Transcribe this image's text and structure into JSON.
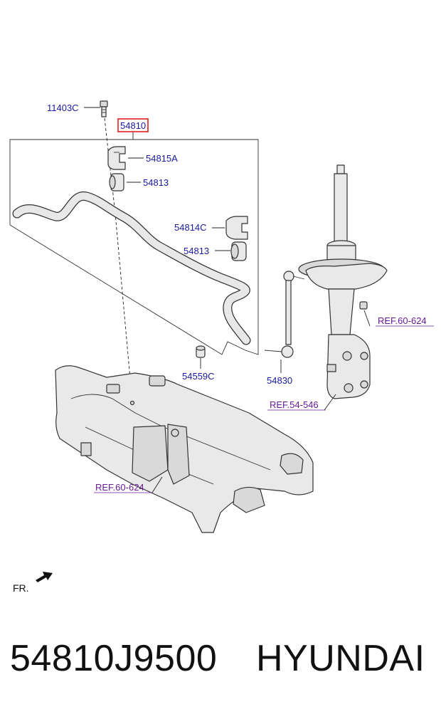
{
  "callouts": {
    "bolt": "11403C",
    "assembly": "54810",
    "bracket_a": "54815A",
    "bushing_upper": "54813",
    "bracket_c": "54814C",
    "bushing_lower": "54813",
    "stopper": "54559C",
    "link": "54830"
  },
  "references": {
    "strut_mount": "REF.60-624",
    "strut": "REF.54-546",
    "crossmember": "REF.60-624"
  },
  "direction_marker": "FR.",
  "caption": {
    "part_number": "54810J9500",
    "brand": "HYUNDAI"
  },
  "colors": {
    "callout_text": "#1a1aa0",
    "reference_text": "#6a1b9a",
    "highlight_box": "#e02020"
  }
}
